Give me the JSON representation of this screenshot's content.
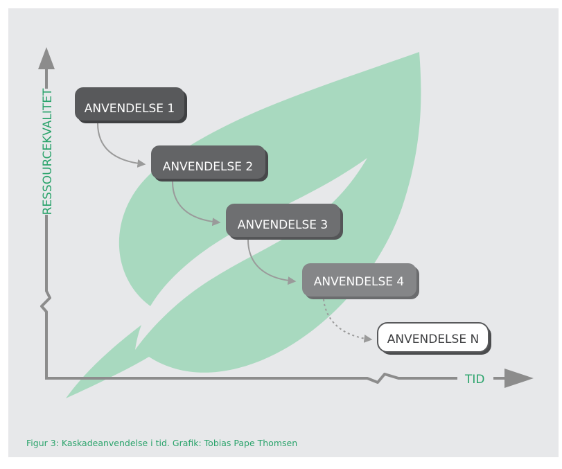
{
  "axes": {
    "y_label": "RESSOURCEKVALITET",
    "x_label": "TID"
  },
  "boxes": [
    {
      "label": "ANVENDELSE 1"
    },
    {
      "label": "ANVENDELSE 2"
    },
    {
      "label": "ANVENDELSE 3"
    },
    {
      "label": "ANVENDELSE 4"
    },
    {
      "label": "ANVENDELSE N"
    }
  ],
  "caption": "Figur 3: Kaskadeanvendelse i tid. Grafik: Tobias Pape Thomsen",
  "colors": {
    "background": "#e7e8ea",
    "leaf": "#a8d9bf",
    "axis": "#8c8c8c",
    "label_green": "#2aa36b",
    "box_1": "#58595b",
    "box_2": "#636466",
    "box_3": "#6e6f71",
    "box_4": "#858688",
    "box_n": "#ffffff"
  }
}
